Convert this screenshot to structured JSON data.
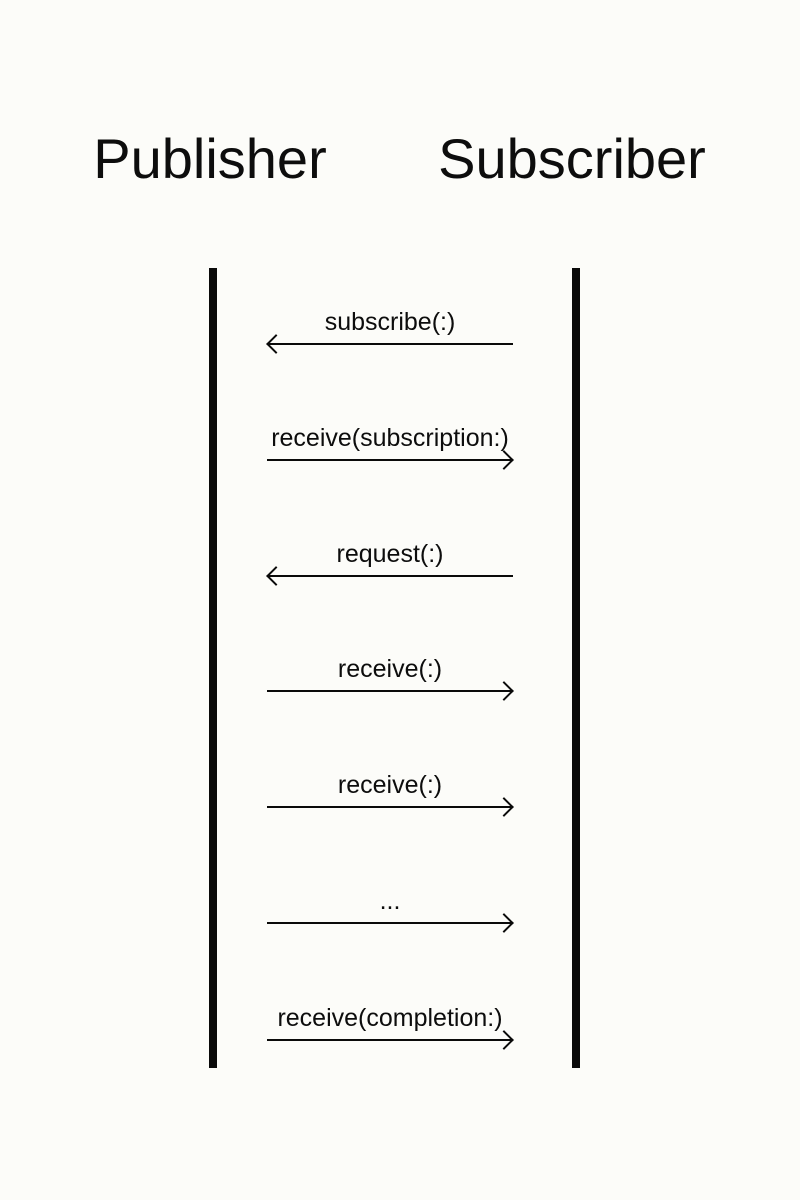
{
  "diagram": {
    "type": "sequence-diagram",
    "background_color": "#fcfcf9",
    "ink_color": "#0a0a0a",
    "text_color": "#0d0d0d",
    "actors": [
      {
        "name": "Publisher"
      },
      {
        "name": "Subscriber"
      }
    ],
    "messages": [
      {
        "label": "subscribe(:)",
        "direction": "left"
      },
      {
        "label": "receive(subscription:)",
        "direction": "right"
      },
      {
        "label": "request(:)",
        "direction": "left"
      },
      {
        "label": "receive(:)",
        "direction": "right"
      },
      {
        "label": "receive(:)",
        "direction": "right"
      },
      {
        "label": "...",
        "direction": "right"
      },
      {
        "label": "receive(completion:)",
        "direction": "right"
      }
    ]
  }
}
